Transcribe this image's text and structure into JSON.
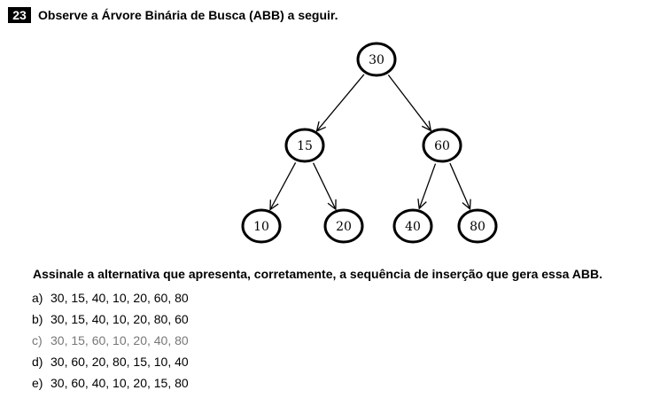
{
  "question": {
    "number": "23",
    "title": "Observe a Árvore Binária de Busca (ABB) a seguir.",
    "prompt": "Assinale a alternativa que apresenta, corretamente, a sequência de inserção que gera essa ABB."
  },
  "tree": {
    "nodes": [
      {
        "id": "n30",
        "label": "30"
      },
      {
        "id": "n15",
        "label": "15"
      },
      {
        "id": "n60",
        "label": "60"
      },
      {
        "id": "n10",
        "label": "10"
      },
      {
        "id": "n20",
        "label": "20"
      },
      {
        "id": "n40",
        "label": "40"
      },
      {
        "id": "n80",
        "label": "80"
      }
    ],
    "edges": [
      [
        "n30",
        "n15"
      ],
      [
        "n30",
        "n60"
      ],
      [
        "n15",
        "n10"
      ],
      [
        "n15",
        "n20"
      ],
      [
        "n60",
        "n40"
      ],
      [
        "n60",
        "n80"
      ]
    ]
  },
  "options": [
    {
      "letter": "a)",
      "text": "30, 15, 40, 10, 20, 60, 80"
    },
    {
      "letter": "b)",
      "text": "30, 15, 40, 10, 20, 80, 60"
    },
    {
      "letter": "c)",
      "text": "30, 15, 60, 10, 20, 40, 80"
    },
    {
      "letter": "d)",
      "text": "30, 60, 20, 80, 15, 10, 40"
    },
    {
      "letter": "e)",
      "text": "30, 60, 40, 10, 20, 15, 80"
    }
  ]
}
